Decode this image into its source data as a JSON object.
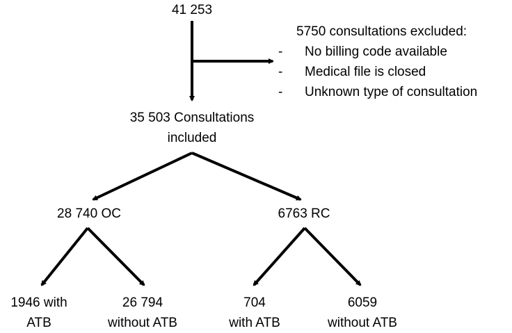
{
  "nodes": {
    "total": "41 253",
    "included_line1": "35 503 Consultations",
    "included_line2": "included",
    "oc": "28 740 OC",
    "rc": "6763 RC",
    "oc_with_line1": "1946 with",
    "oc_with_line2": "ATB",
    "oc_without_line1": "26 794",
    "oc_without_line2": "without ATB",
    "rc_with_line1": "704",
    "rc_with_line2": "with ATB",
    "rc_without_line1": "6059",
    "rc_without_line2": "without ATB"
  },
  "exclusion": {
    "title": "5750 consultations excluded:",
    "bullet": "-",
    "items": [
      "No billing code available",
      "Medical file is closed",
      "Unknown type of consultation"
    ]
  }
}
